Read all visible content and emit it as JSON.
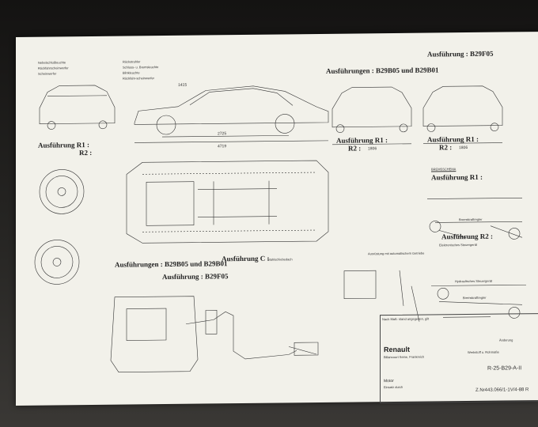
{
  "blueprint": {
    "title_right": "Ausführung : B29F05",
    "variants_top": "Ausführungen : B29B05 und B29B01",
    "front_variant_r": "Ausführung R1 :",
    "front_variant_r2": "R2 :",
    "rear_r1": "Ausführung R1 :",
    "rear_r2": "R2 :",
    "variant_c": "Ausführung C :",
    "variant_c_note": "Stahlschiebedach",
    "variants_bottom": "Ausführungen : B29B05 und B29B01",
    "variant_bottom2": "Ausführung : B29F05",
    "brake_title": "BREMSSCHEMA",
    "brake_r1": "Ausführung R1 :",
    "brake_r2": "Ausführung R2 :",
    "brake_label1": "Bremskraftregler",
    "brake_label2": "Elektronisches Steuergerät",
    "brake_label3": "Hydraulisches Steuergerät",
    "brake_label4": "Bremskraftregler",
    "dim_len": "4719",
    "dim_wb": "2725",
    "dim_front_width": "1806",
    "dim_rear_width": "1806",
    "dim_height": "1415",
    "gear_note": "Ausrüstung mit automatischem Getriebe",
    "left_labels": [
      "Nebelschlußleuchte",
      "Rückfahrscheinwerfer",
      "Scheinwerfer"
    ],
    "center_labels": [
      "Rückstrahler",
      "Schluss- u. Bremsleuchte",
      "Blinkleuchte",
      "Rückfahr-scheinwerfer"
    ],
    "titleblock": {
      "note": "Nach Maß- stand angegeben, gilt",
      "brand": "Renault",
      "company": "Billancourt Seine, Frankreich",
      "werkstoff": "Werkstoff u. Rohmaße",
      "motor": "Motor",
      "motor_sub": "Einsatz durch",
      "drawing_no": "R-25-B29-A-II",
      "number": "Z.Nr443.066/1-1V/4-88 R",
      "change": "Änderung"
    }
  }
}
